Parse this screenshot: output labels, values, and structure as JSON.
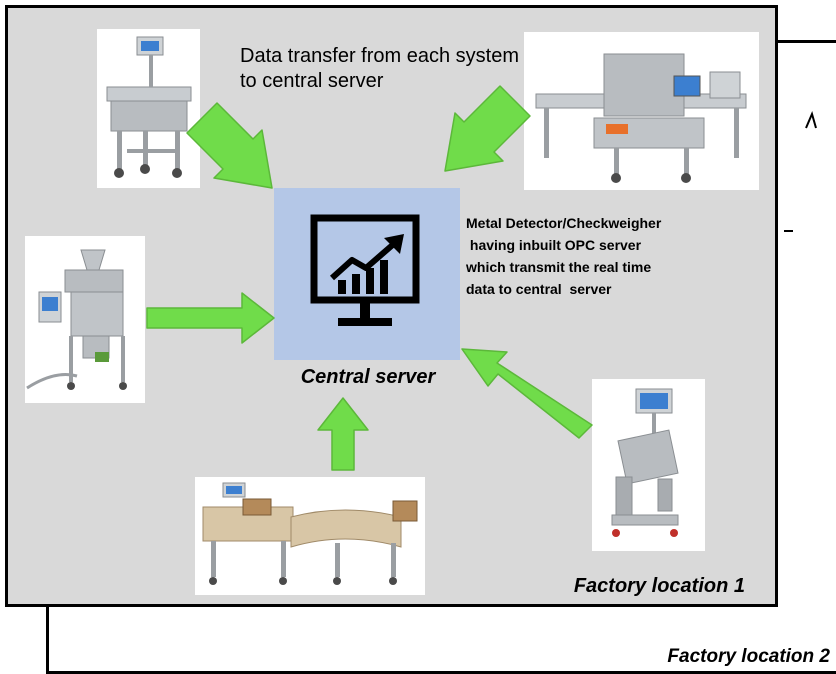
{
  "diagram": {
    "transfer_text": "Data transfer from each system to central server",
    "opc_text": "Metal Detector/Checkweigher\n having inbuilt OPC server\nwhich transmit the real time\ndata to central  server",
    "central_server_label": "Central server",
    "factory_location_1_label": "Factory location 1",
    "factory_location_2_label": "Factory location 2"
  },
  "machines": [
    {
      "name": "checkweigher-top-left"
    },
    {
      "name": "metal-detector-conveyor-top-right"
    },
    {
      "name": "gravity-metal-detector-left"
    },
    {
      "name": "checkweigher-curved-conveyor-bottom"
    },
    {
      "name": "pipeline-metal-detector-bottom-right"
    }
  ],
  "colors": {
    "factory_fill": "#d9d9d9",
    "server_tile": "#b4c7e7",
    "arrow_fill": "#70dc4a",
    "arrow_stroke": "#5cb83a",
    "machine_steel": "#b8bcc0",
    "screen": "#3c7fd0"
  }
}
